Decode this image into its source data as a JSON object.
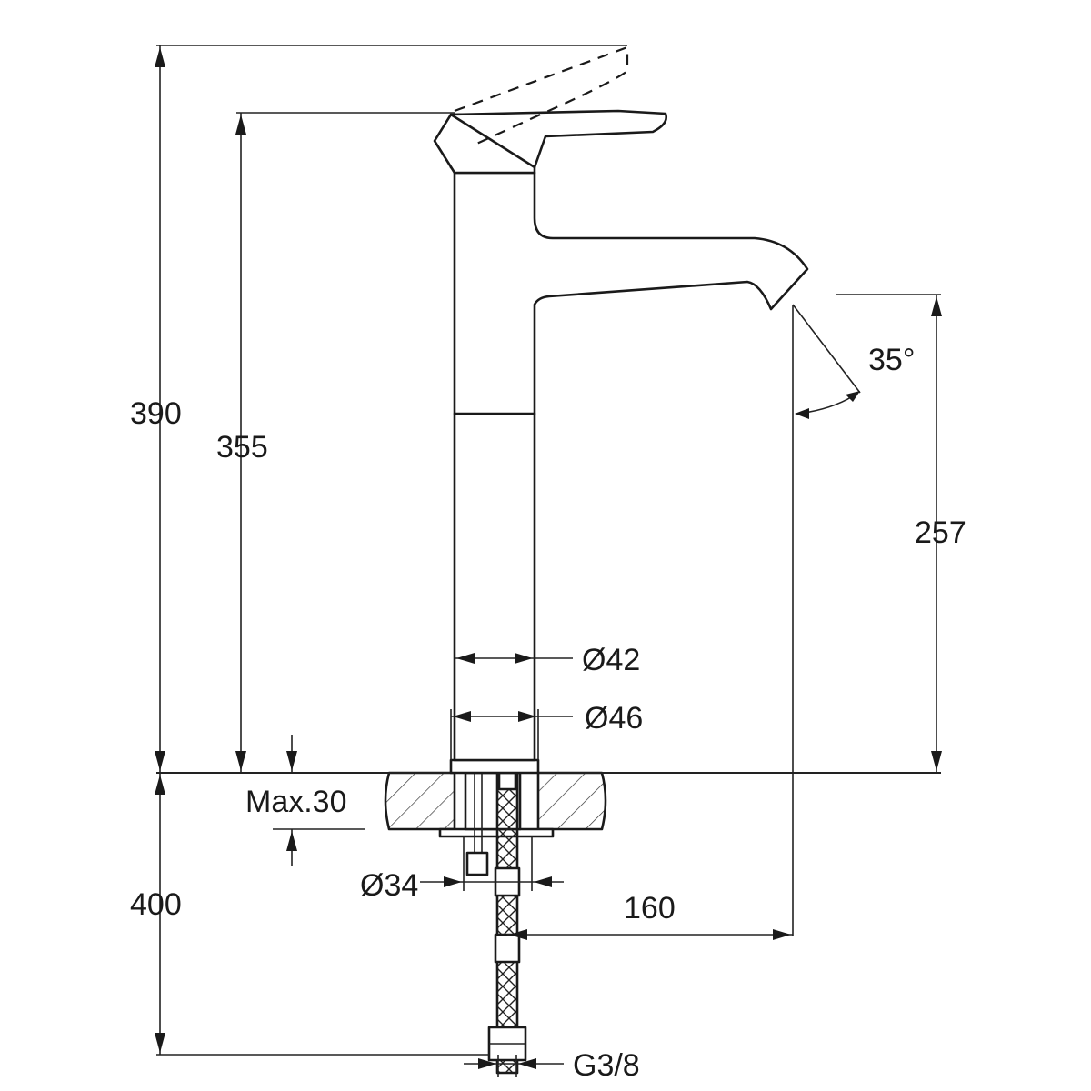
{
  "dimensions": {
    "total_height": "390",
    "body_height": "355",
    "spout_height": "257",
    "spout_angle": "35°",
    "tube_diameter": "Ø42",
    "base_diameter": "Ø46",
    "max_deck": "Max.30",
    "hose_length": "400",
    "shank_diameter": "Ø34",
    "spout_reach": "160",
    "thread": "G3/8"
  }
}
